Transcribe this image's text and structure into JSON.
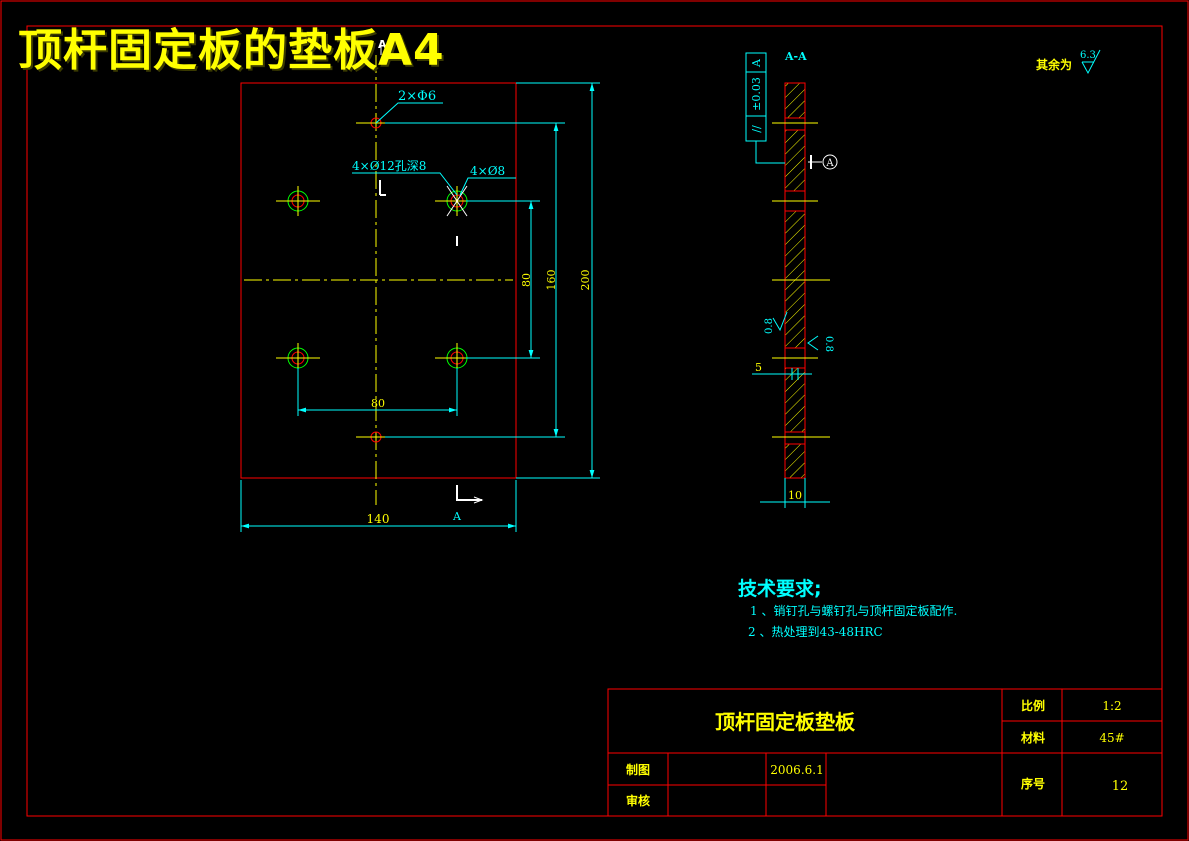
{
  "banner_title": "顶杆固定板的垫板A4",
  "roughness_note": {
    "prefix": "其余为",
    "value": "6.3"
  },
  "front_view": {
    "section_mark": "A",
    "section_mark_bottom": "A",
    "callout_pin_hole": "2×Φ6",
    "callout_counterbore": "4×Ø12孔深8",
    "callout_through_hole": "4×Ø8",
    "dim_80_vertical": "80",
    "dim_160": "160",
    "dim_200": "200",
    "dim_80_horizontal": "80",
    "dim_140": "140"
  },
  "section_view": {
    "label": "A-A",
    "tolerance_frame": [
      "//",
      "±0.03",
      "A"
    ],
    "datum": "A",
    "roughness_left": "0.8",
    "roughness_right": "0.8",
    "dim_5": "5",
    "dim_10": "10"
  },
  "tech_req": {
    "heading": "技术要求;",
    "item1": "1 、销钉孔与螺钉孔与顶杆固定板配作.",
    "item2": "2 、热处理到43-48HRC"
  },
  "title_block": {
    "part_name": "顶杆固定板垫板",
    "scale_label": "比例",
    "scale_value": "1:2",
    "material_label": "材料",
    "material_value": "45#",
    "drawn_label": "制图",
    "drawn_date": "2006.6.1",
    "check_label": "审核",
    "seq_label": "序号",
    "seq_value": "12"
  },
  "colors": {
    "background": "#000000",
    "border": "#ff0000",
    "dimension": "#00ffff",
    "centerline": "#ffff00",
    "outline": "#ff0000",
    "hatch": "#ffff00",
    "hole_green": "#00ff00",
    "text_yellow": "#ffff00",
    "text_cyan": "#00ffff"
  }
}
